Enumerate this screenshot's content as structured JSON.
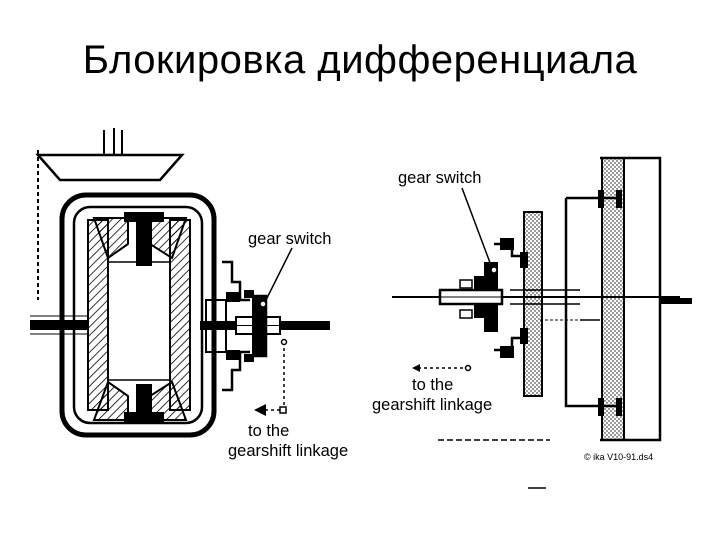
{
  "title": "Блокировка дифференциала",
  "labels": {
    "left_gear_switch": "gear switch",
    "left_to_the": "to the",
    "left_linkage": "gearshift linkage",
    "right_gear_switch": "gear switch",
    "right_to_the": "to the",
    "right_linkage": "gearshift linkage",
    "credit": "© ika V10-91.ds4"
  },
  "colors": {
    "ink": "#000000",
    "background": "#ffffff"
  }
}
